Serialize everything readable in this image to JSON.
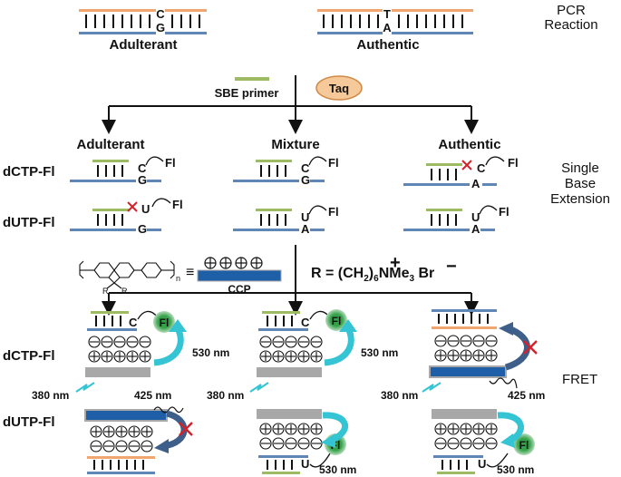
{
  "colors": {
    "strand_orange": "#f0a66e",
    "strand_blue": "#5f86b4",
    "primer_green": "#9dbb62",
    "polymer_blue": "#1f5fa8",
    "polymer_grey": "#a8a8a8",
    "fret_arrow": "#34c4d4",
    "blocked_arrow": "#3d5f8a",
    "fl_green": "#35a24a",
    "cross_red": "#d4222a",
    "taq_fill": "#f6c99a",
    "taq_stroke": "#d28a47"
  },
  "row1": {
    "adulterant_label": "Adulterant",
    "authentic_label": "Authentic",
    "adulterant_top_base": "C",
    "adulterant_bottom_base": "G",
    "authentic_top_base": "T",
    "authentic_bottom_base": "A",
    "pcr_line1": "PCR",
    "pcr_line2": "Reaction"
  },
  "reagents": {
    "sbe_primer": "SBE primer",
    "taq": "Taq"
  },
  "sbe": {
    "col_adulterant": "Adulterant",
    "col_mixture": "Mixture",
    "col_authentic": "Authentic",
    "row_dctp": "dCTP-Fl",
    "row_dutp": "dUTP-Fl",
    "side_line1": "Single",
    "side_line2": "Base",
    "side_line3": "Extension",
    "fl": "Fl",
    "base_c": "C",
    "base_g": "G",
    "base_u": "U",
    "base_a": "A"
  },
  "ccp": {
    "n": "n",
    "r1": "R",
    "r2": "R",
    "equiv": "≡",
    "label": "CCP",
    "formula_prefix": "R = (CH",
    "formula_sub1": "2",
    "formula_mid": ")",
    "formula_sub2": "6",
    "formula_suffix": "NMe",
    "formula_sub3": "3",
    "formula_br": " Br",
    "plus": "+",
    "minus": "−"
  },
  "fret": {
    "row_dctp": "dCTP-Fl",
    "row_dutp": "dUTP-Fl",
    "side": "FRET",
    "nm530": "530 nm",
    "nm380": "380 nm",
    "nm425": "425 nm",
    "fl": "Fl",
    "base_c": "C",
    "base_u": "U"
  }
}
